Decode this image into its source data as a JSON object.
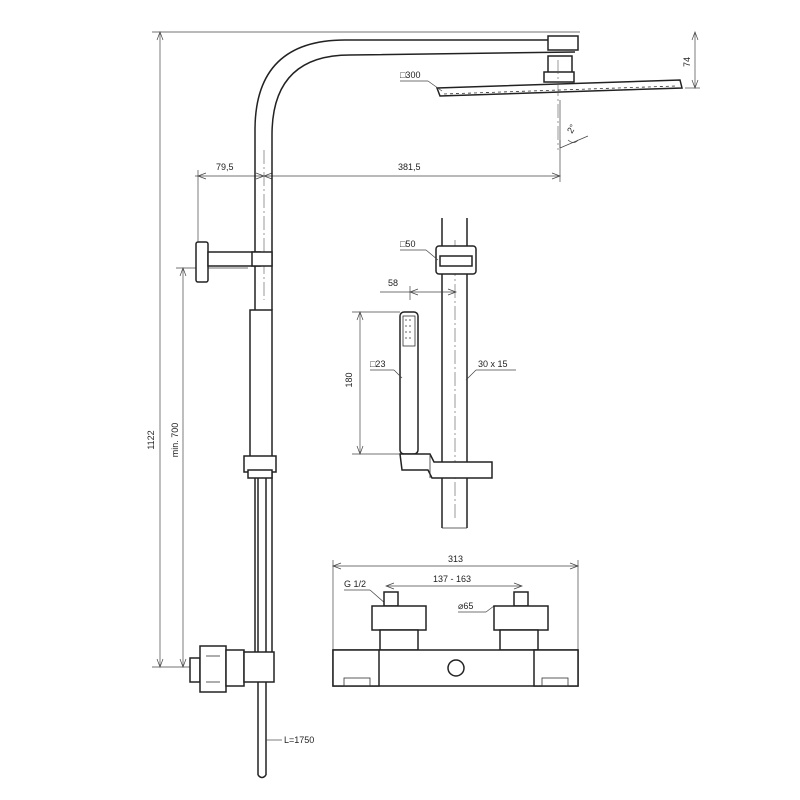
{
  "labels": {
    "head_size": "□300",
    "head_height": "74",
    "tilt": "2°",
    "offset_left": "79,5",
    "arm_length": "381,5",
    "total_height": "1122",
    "min_height": "min. 700",
    "holder_size": "□50",
    "holder_offset": "58",
    "handset_size": "□23",
    "handset_length": "180",
    "rail_section": "30 x 15",
    "valve_width": "313",
    "connection": "G 1/2",
    "centres": "137 - 163",
    "escutcheon": "⌀65",
    "hose": "L=1750"
  }
}
